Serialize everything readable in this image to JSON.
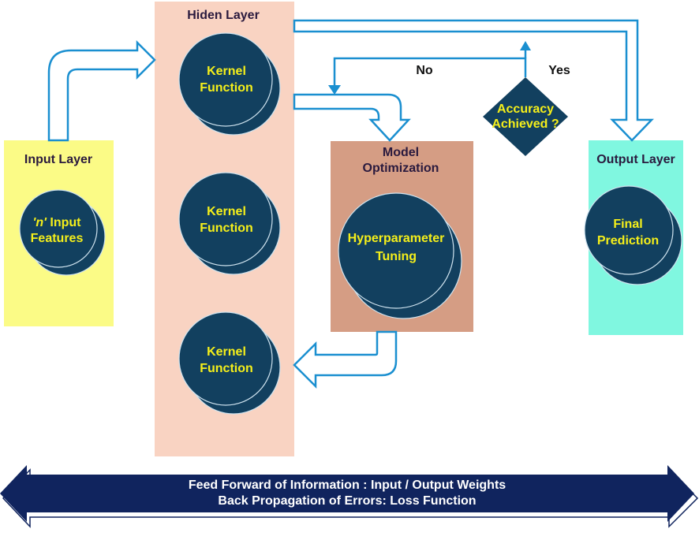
{
  "panels": {
    "input": {
      "title": "Input Layer",
      "color": "#fbfb86"
    },
    "hidden": {
      "title": "Hiden Layer",
      "color": "#f9d3c2"
    },
    "model": {
      "title_line1": "Model",
      "title_line2": "Optimization",
      "color": "#d59d84"
    },
    "output": {
      "title": "Output Layer",
      "color": "#80f7e0"
    }
  },
  "nodes": {
    "input_features": {
      "prefix": "'n'",
      "line1_rest": " Input",
      "line2": "Features"
    },
    "kernel1": {
      "line1": "Kernel",
      "line2": "Function"
    },
    "kernel2": {
      "line1": "Kernel",
      "line2": "Function"
    },
    "kernel3": {
      "line1": "Kernel",
      "line2": "Function"
    },
    "hyperparameter": {
      "line1": "Hyperparameter",
      "line2": "Tuning"
    },
    "final": {
      "line1": "Final",
      "line2": "Prediction"
    }
  },
  "decision": {
    "line1": "Accuracy",
    "line2": "Achieved ?",
    "color": "#12405f"
  },
  "labels": {
    "no": "No",
    "yes": "Yes"
  },
  "banner": {
    "line1": "Feed Forward of Information : Input / Output Weights",
    "line2": "Back Propagation of Errors: Loss Function",
    "color": "#10245e"
  },
  "colors": {
    "node_fill": "#12405f",
    "node_text": "#f5ef1a",
    "arrow_stroke": "#1a8fd0"
  }
}
